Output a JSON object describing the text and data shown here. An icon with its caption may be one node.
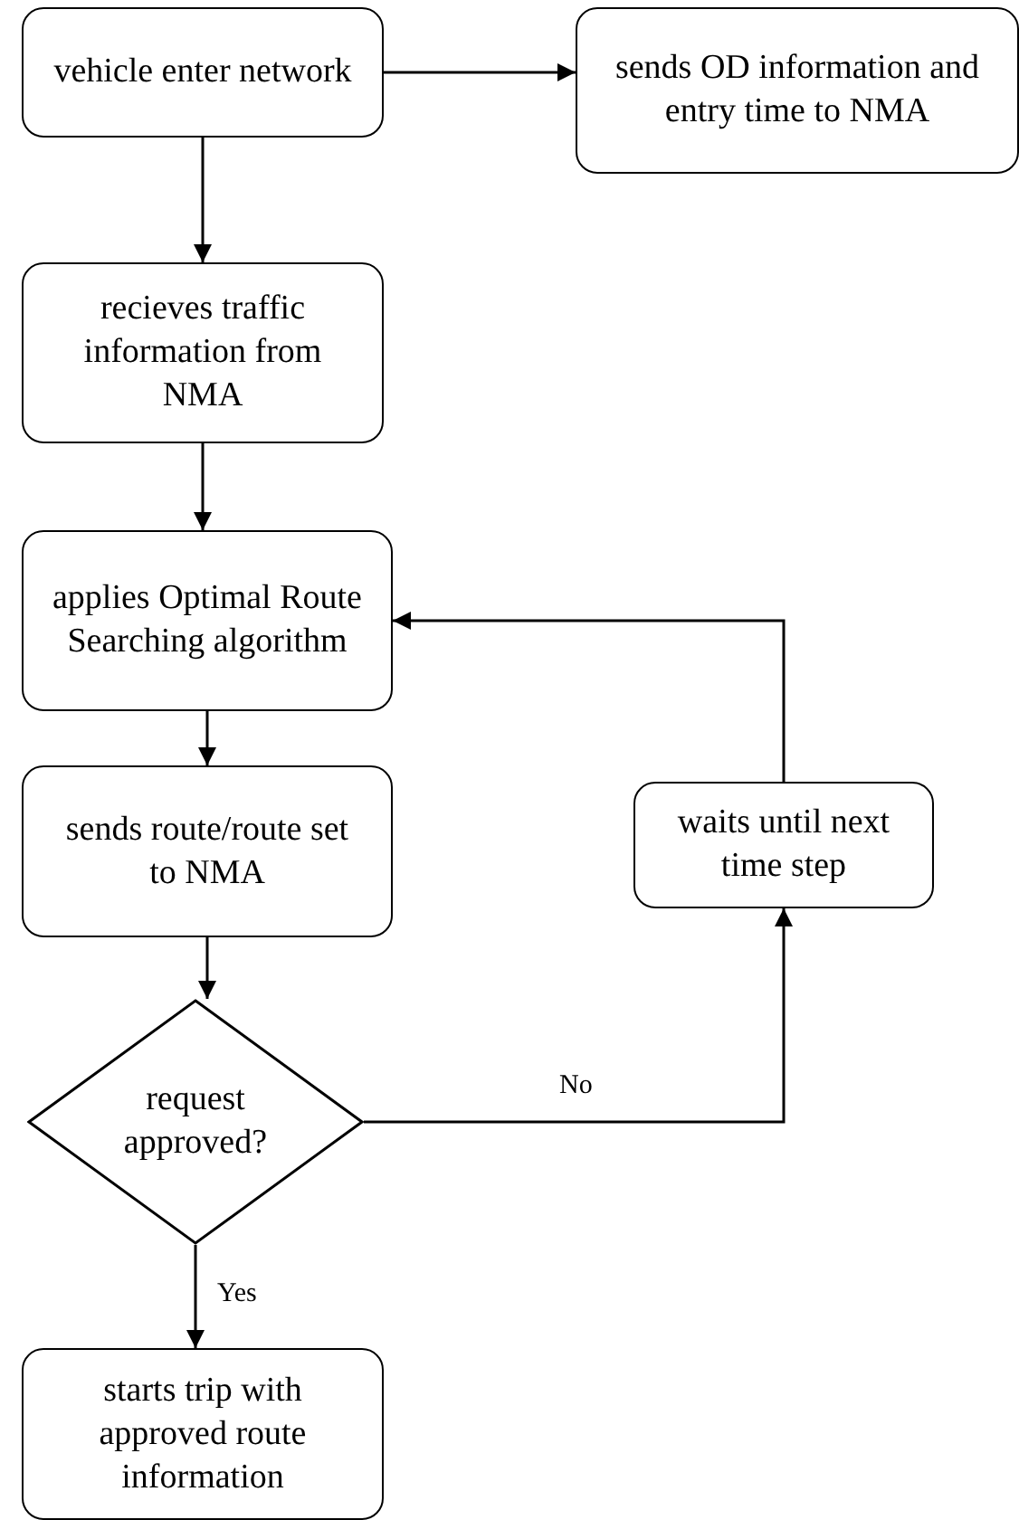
{
  "diagram": {
    "nodes": [
      {
        "text": [
          "vehicle enter network"
        ]
      },
      {
        "text": [
          "sends OD information and entry time to NMA"
        ]
      },
      {
        "text": [
          "recieves traffic information from NMA"
        ]
      },
      {
        "text": [
          "applies Optimal Route Searching algorithm"
        ]
      },
      {
        "text": [
          "sends route/route set to NMA"
        ]
      },
      {
        "text": [
          "waits until next time step"
        ]
      },
      {
        "text": [
          "request approved?"
        ]
      },
      {
        "text": [
          "starts trip with approved route information"
        ]
      }
    ],
    "edges": [
      {
        "from": 0,
        "to": 1,
        "arrow": "to"
      },
      {
        "from": 0,
        "to": 2,
        "arrow": "to"
      },
      {
        "from": 2,
        "to": 3,
        "arrow": "to"
      },
      {
        "from": 3,
        "to": 4,
        "arrow": "to"
      },
      {
        "from": 4,
        "to": 6,
        "arrow": "to"
      },
      {
        "from": 6,
        "to": 5,
        "arrow": "to",
        "label": "No"
      },
      {
        "from": 5,
        "to": 3,
        "arrow": "to"
      },
      {
        "from": 6,
        "to": 7,
        "arrow": "to",
        "label": "Yes"
      }
    ]
  }
}
